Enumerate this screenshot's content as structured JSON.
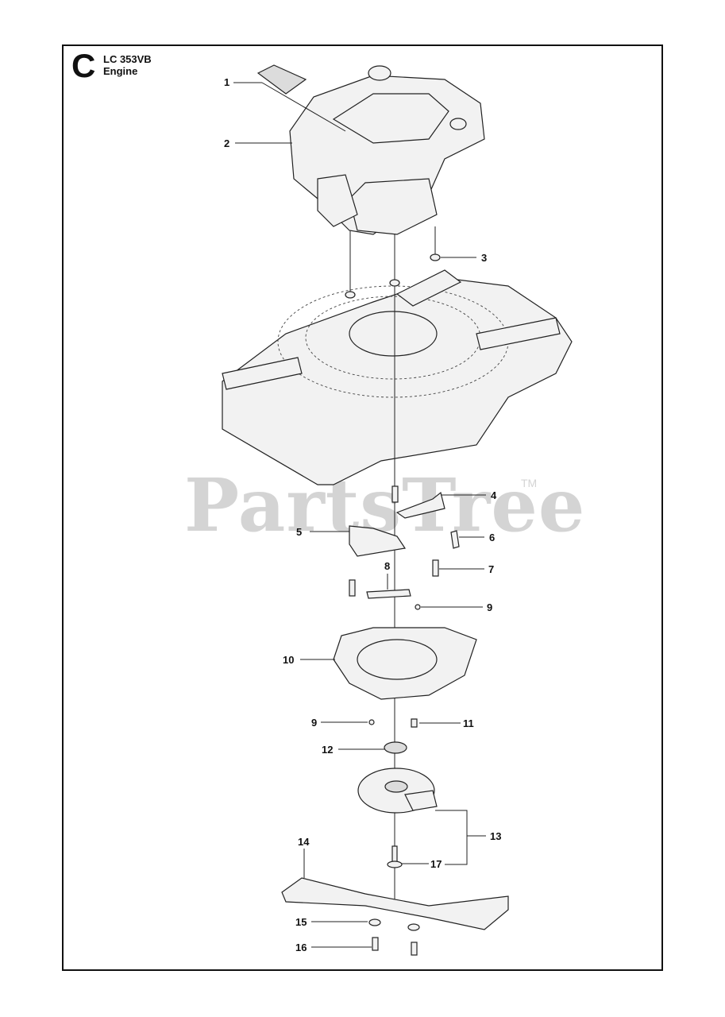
{
  "header": {
    "section_letter": "C",
    "model": "LC 353VB",
    "title": "Engine"
  },
  "watermark": {
    "text": "PartsTree",
    "tm": "TM"
  },
  "callouts": [
    {
      "id": 1,
      "label": "1"
    },
    {
      "id": 2,
      "label": "2"
    },
    {
      "id": 3,
      "label": "3"
    },
    {
      "id": 4,
      "label": "4"
    },
    {
      "id": 5,
      "label": "5"
    },
    {
      "id": 6,
      "label": "6"
    },
    {
      "id": 7,
      "label": "7"
    },
    {
      "id": 8,
      "label": "8"
    },
    {
      "id": 9,
      "label": "9"
    },
    {
      "id": 10,
      "label": "10"
    },
    {
      "id": 11,
      "label": "9"
    },
    {
      "id": 12,
      "label": "11"
    },
    {
      "id": 13,
      "label": "12"
    },
    {
      "id": 14,
      "label": "13"
    },
    {
      "id": 15,
      "label": "14"
    },
    {
      "id": 16,
      "label": "17"
    },
    {
      "id": 17,
      "label": "15"
    },
    {
      "id": 18,
      "label": "16"
    }
  ],
  "colors": {
    "line": "#222222",
    "watermark": "#d4d4d4"
  }
}
